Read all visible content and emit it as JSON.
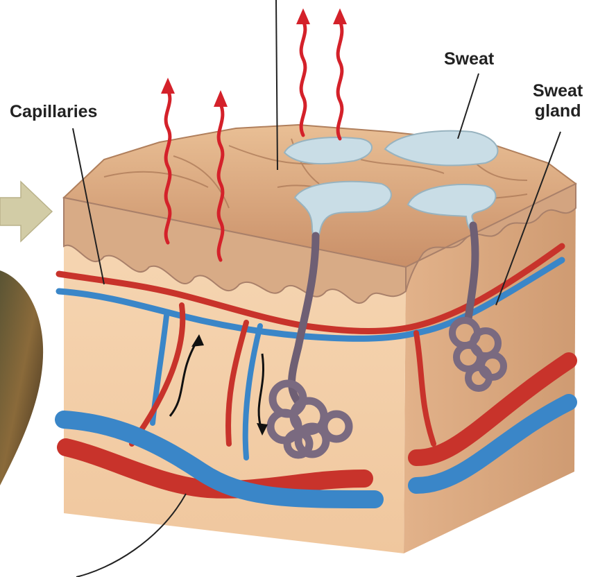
{
  "labels": {
    "capillaries": "Capillaries",
    "sweat": "Sweat",
    "sweat_gland_line1": "Sweat",
    "sweat_gland_line2": "gland"
  },
  "colors": {
    "skin_surface": "#d9a77f",
    "skin_side": "#f3cda6",
    "epidermis": "#c99b78",
    "artery": "#c8332b",
    "vein": "#3a86c8",
    "sweat": "#c9dde6",
    "gland": "#7a6a80",
    "heat_arrow": "#d4212a",
    "callout_arrow": "#c9c39a"
  }
}
